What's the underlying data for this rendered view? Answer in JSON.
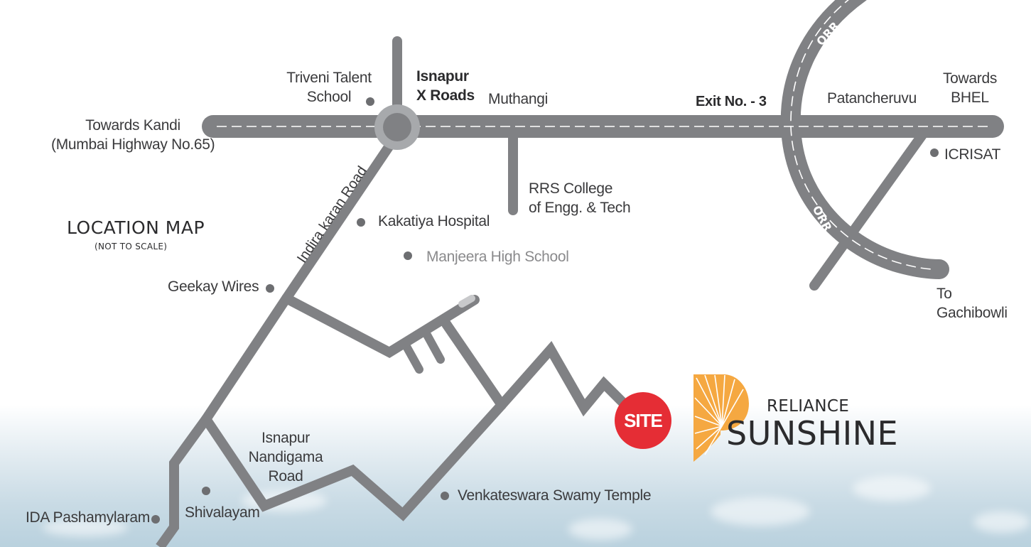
{
  "title": {
    "main": "LOCATION MAP",
    "note": "(NOT TO SCALE)"
  },
  "roads": {
    "highway_west": [
      "Towards Kandi",
      "(Mumbai Highway No.65)"
    ],
    "highway_east": [
      "Towards",
      "BHEL"
    ],
    "indira_karan": "Indira karan Road",
    "isnapur_nandigama": [
      "Isnapur",
      "Nandigama",
      "Road"
    ],
    "orr_top": "ORR",
    "orr_lower": "ORR",
    "gachibowli": [
      "To",
      "Gachibowli"
    ]
  },
  "junctions": {
    "isnapur_x_roads": [
      "Isnapur",
      "X Roads"
    ],
    "exit": "Exit No. - 3"
  },
  "places": {
    "triveni": [
      "Triveni Talent",
      "School"
    ],
    "muthangi": "Muthangi",
    "patancheruvu": "Patancheruvu",
    "icrisat": "ICRISAT",
    "rrs": [
      "RRS College",
      "of Engg. & Tech"
    ],
    "kakatiya": "Kakatiya Hospital",
    "manjeera": "Manjeera High School",
    "geekay": "Geekay Wires",
    "shivalayam": "Shivalayam",
    "ida": "IDA Pashamylaram",
    "venkateswara": "Venkateswara Swamy Temple"
  },
  "site_marker": "SITE",
  "brand": {
    "line1": "RELIANCE",
    "line2": "SUNSHINE"
  },
  "colors": {
    "road": "#808184",
    "roundabout_outer": "#a7a9ac",
    "site": "#e52d35",
    "logo": "#f5a841",
    "text": "#3a3a3c"
  }
}
